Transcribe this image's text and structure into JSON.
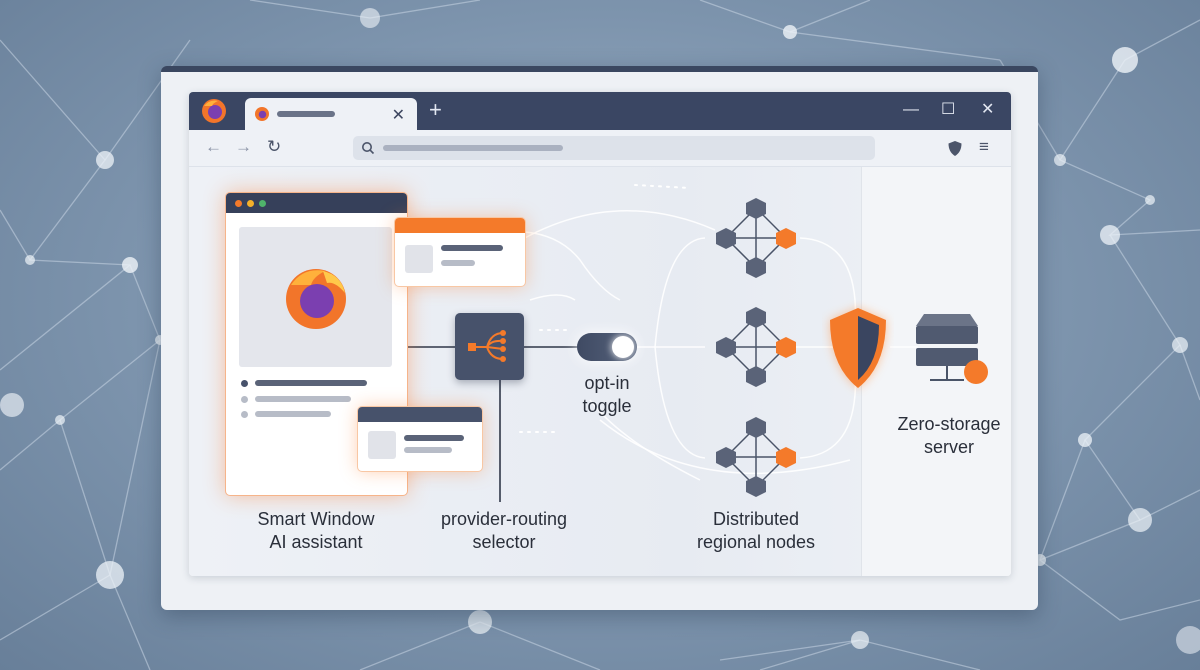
{
  "browser": {
    "tab_close": "✕",
    "new_tab": "+",
    "minimize": "—",
    "maximize": "☐",
    "close": "✕",
    "back": "←",
    "forward": "→",
    "reload": "↻",
    "menu": "≡"
  },
  "diagram": {
    "ai_assistant": {
      "line1": "Smart Window",
      "line2": "AI assistant"
    },
    "selector": {
      "line1": "provider-routing",
      "line2": "selector"
    },
    "toggle": {
      "line1": "opt-in",
      "line2": "toggle"
    },
    "nodes": {
      "line1": "Distributed",
      "line2": "regional nodes"
    },
    "server": {
      "line1": "Zero-storage",
      "line2": "server"
    }
  },
  "colors": {
    "accent": "#f47a2a",
    "dark": "#47526b",
    "titlebar": "#3a4663"
  },
  "icons": [
    "firefox-logo-icon",
    "search-icon",
    "shield-icon",
    "menu-icon",
    "network-cube-icon",
    "server-icon"
  ]
}
